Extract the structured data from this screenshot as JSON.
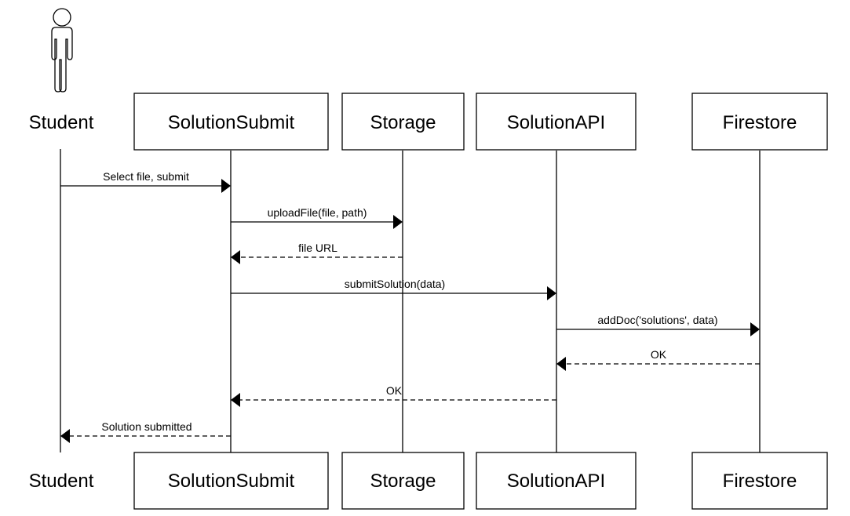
{
  "participants": [
    {
      "id": "student",
      "label": "Student",
      "kind": "actor"
    },
    {
      "id": "solutionsubmit",
      "label": "SolutionSubmit",
      "kind": "component"
    },
    {
      "id": "storage",
      "label": "Storage",
      "kind": "component"
    },
    {
      "id": "solutionapi",
      "label": "SolutionAPI",
      "kind": "component"
    },
    {
      "id": "firestore",
      "label": "Firestore",
      "kind": "component"
    }
  ],
  "messages": [
    {
      "from": "student",
      "to": "solutionsubmit",
      "label": "Select file, submit",
      "style": "solid"
    },
    {
      "from": "solutionsubmit",
      "to": "storage",
      "label": "uploadFile(file, path)",
      "style": "solid"
    },
    {
      "from": "storage",
      "to": "solutionsubmit",
      "label": "file URL",
      "style": "dashed"
    },
    {
      "from": "solutionsubmit",
      "to": "solutionapi",
      "label": "submitSolution(data)",
      "style": "solid"
    },
    {
      "from": "solutionapi",
      "to": "firestore",
      "label": "addDoc('solutions', data)",
      "style": "solid"
    },
    {
      "from": "firestore",
      "to": "solutionapi",
      "label": "OK",
      "style": "dashed"
    },
    {
      "from": "solutionapi",
      "to": "solutionsubmit",
      "label": "OK",
      "style": "dashed"
    },
    {
      "from": "solutionsubmit",
      "to": "student",
      "label": "Solution submitted",
      "style": "dashed"
    }
  ]
}
